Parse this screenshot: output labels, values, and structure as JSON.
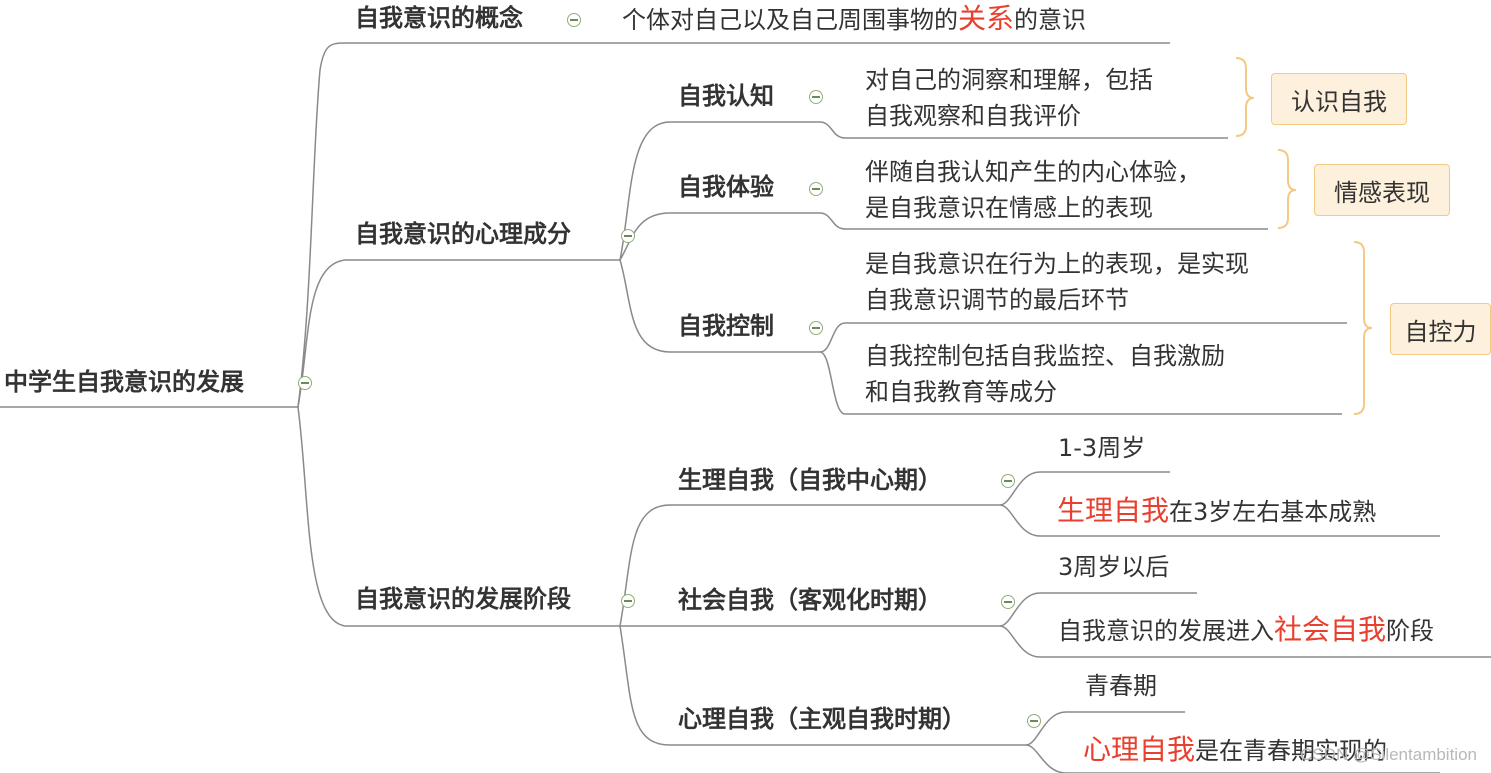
{
  "root": {
    "label": "中学生自我意识的发展"
  },
  "branches": {
    "concept": {
      "label": "自我意识的概念",
      "desc_prefix": "个体对自己以及自己周围事物的",
      "desc_highlight": "关系",
      "desc_suffix": "的意识"
    },
    "components": {
      "label": "自我意识的心理成分",
      "items": [
        {
          "label": "自我认知",
          "desc": "对自己的洞察和理解，包括\n自我观察和自我评价",
          "tag": "认识自我"
        },
        {
          "label": "自我体验",
          "desc": "伴随自我认知产生的内心体验，\n是自我意识在情感上的表现",
          "tag": "情感表现"
        },
        {
          "label": "自我控制",
          "desc1": "是自我意识在行为上的表现，是实现\n自我意识调节的最后环节",
          "desc2": "自我控制包括自我监控、自我激励\n和自我教育等成分",
          "tag": "自控力"
        }
      ]
    },
    "stages": {
      "label": "自我意识的发展阶段",
      "items": [
        {
          "label": "生理自我（自我中心期）",
          "age": "1-3周岁",
          "note_highlight": "生理自我",
          "note_suffix": "在3岁左右基本成熟"
        },
        {
          "label": "社会自我（客观化时期）",
          "age": "3周岁以后",
          "note_prefix": "自我意识的发展进入",
          "note_highlight": "社会自我",
          "note_suffix": "阶段"
        },
        {
          "label": "心理自我（主观自我时期）",
          "age": "青春期",
          "note_highlight": "心理自我",
          "note_suffix": "是在青春期实现的"
        }
      ]
    }
  },
  "watermark": "CSDN @Silentambition",
  "colors": {
    "line": "#8a8a8a",
    "highlight": "#e8402e",
    "tag_bg": "#fdf0dc",
    "tag_border": "#f3c984",
    "brace": "#f3c984"
  }
}
